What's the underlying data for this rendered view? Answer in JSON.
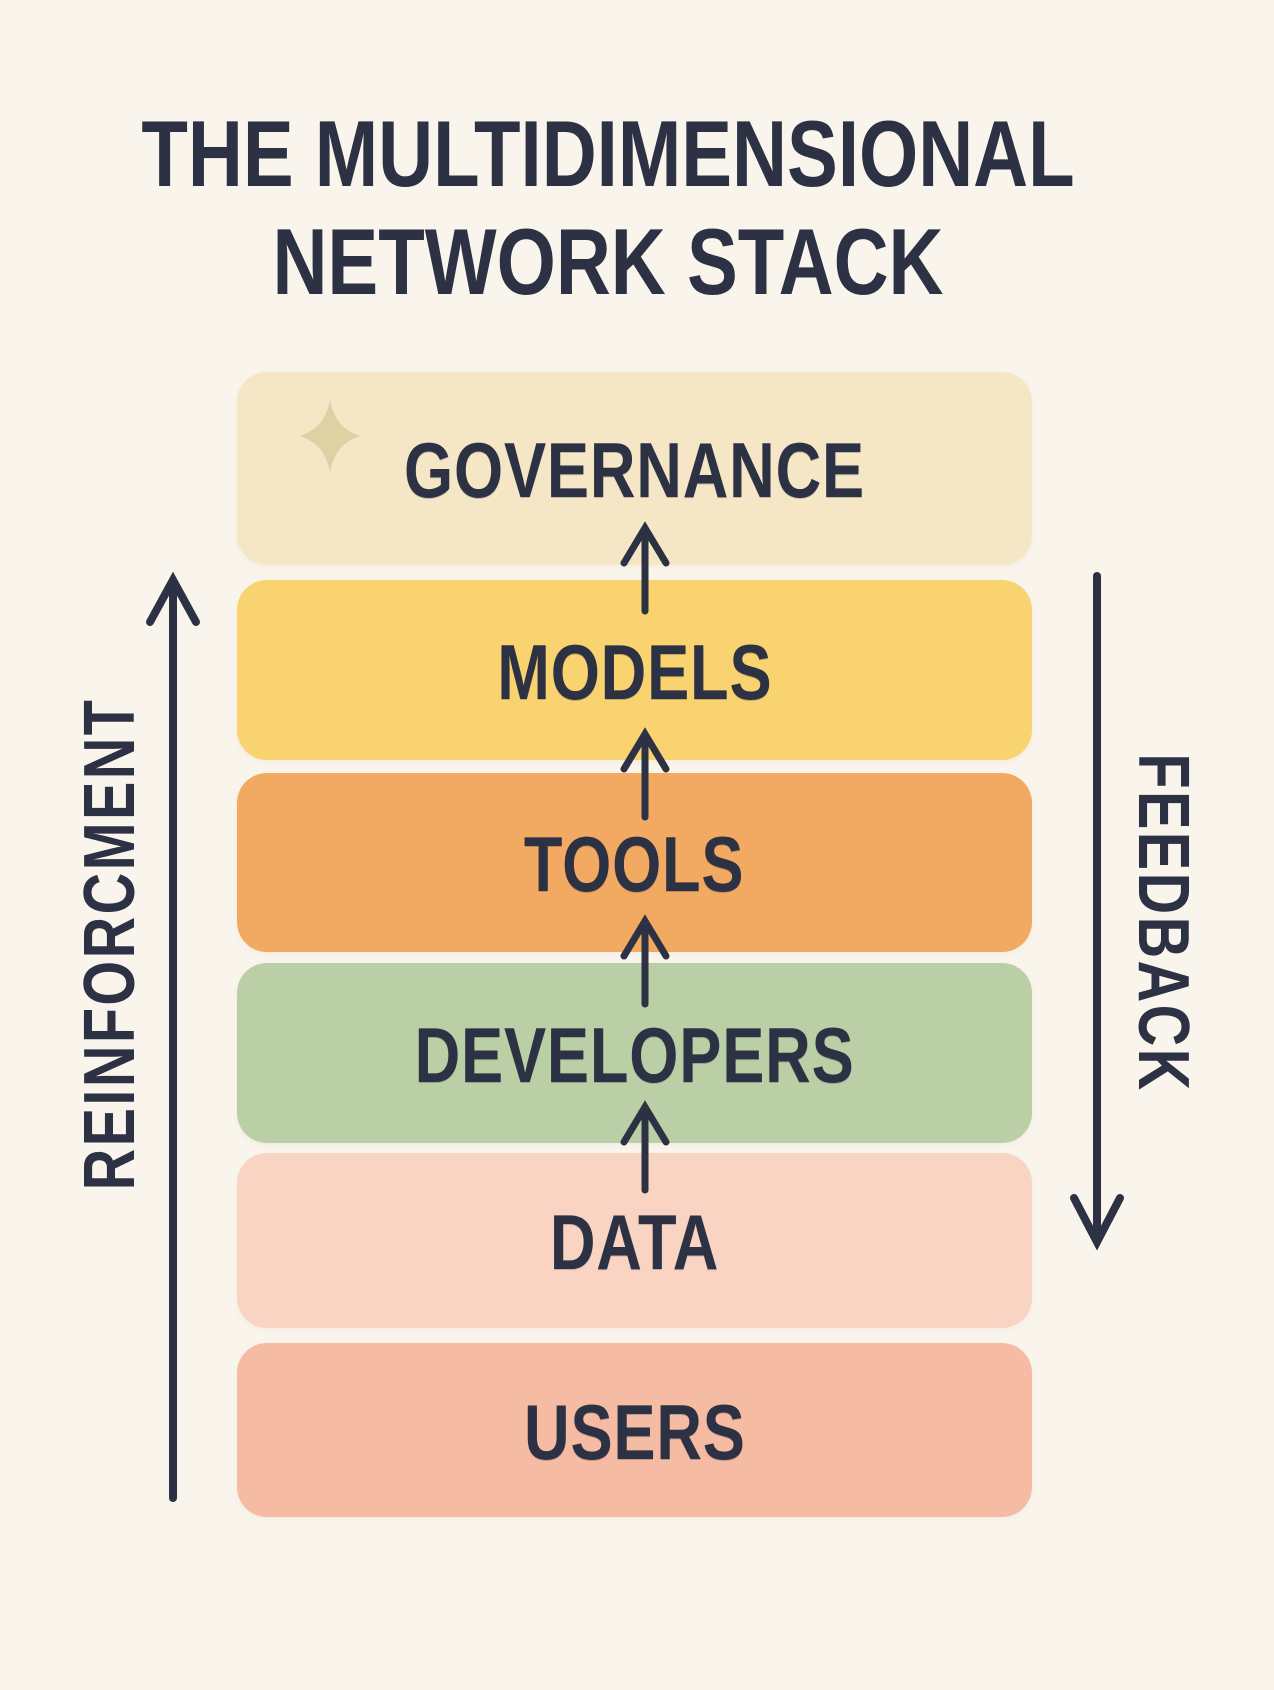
{
  "title": {
    "line1": "THE MULTIDIMENSIONAL",
    "line2": "NETWORK STACK"
  },
  "stack": {
    "arrows_between_layers": "upward",
    "layers": [
      {
        "label": "GOVERNANCE",
        "color": "#f5e7c5",
        "icon": "sparkle-icon"
      },
      {
        "label": "MODELS",
        "color": "#f8d36f"
      },
      {
        "label": "TOOLS",
        "color": "#f2aa62"
      },
      {
        "label": "DEVELOPERS",
        "color": "#bacfa6"
      },
      {
        "label": "DATA",
        "color": "#f9d4c3"
      },
      {
        "label": "USERS",
        "color": "#f5bba3"
      }
    ]
  },
  "side_labels": {
    "left": {
      "label": "REINFORCMENT",
      "arrow_direction": "up"
    },
    "right": {
      "label": "FEEDBACK",
      "arrow_direction": "down"
    }
  },
  "colors": {
    "background": "#faf5ec",
    "ink": "#2c3143",
    "sparkle": "#ddd2a4"
  }
}
